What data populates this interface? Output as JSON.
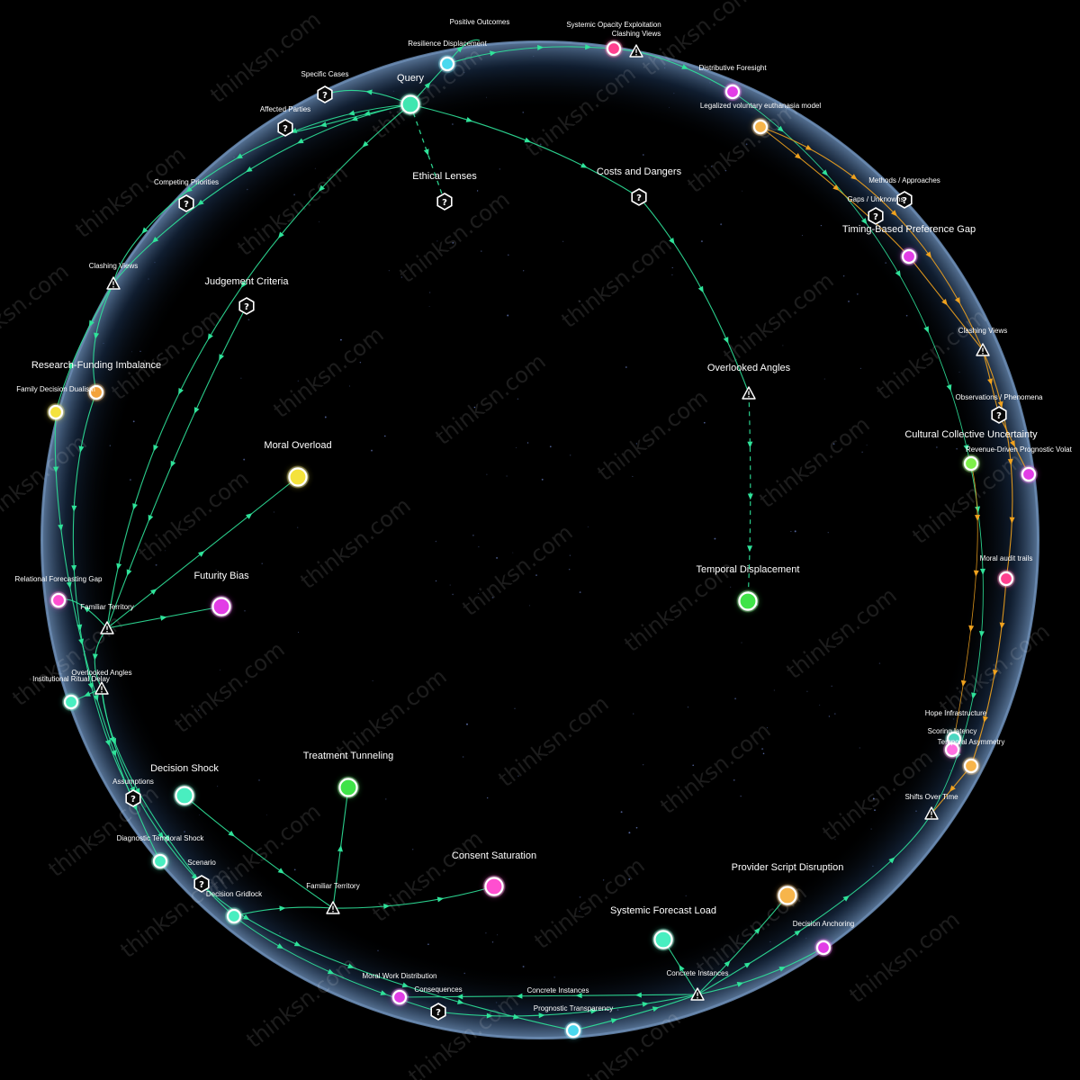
{
  "watermark": "thinksn.com",
  "colors": {
    "background": "#000000",
    "sphere_edge": "#5f7fa8",
    "link_green": "#2fe39a",
    "link_orange": "#f0a21e",
    "node_white_stroke": "#ffffff"
  },
  "nodes": [
    {
      "id": "query",
      "label": "Query",
      "color": "#3fe6b0",
      "size": "large",
      "kind": "node"
    },
    {
      "id": "positive-outcomes",
      "label": "Positive Outcomes",
      "kind": "label"
    },
    {
      "id": "resilience-displacement",
      "label": "Resilience Displacement",
      "color": "#49d8ee",
      "kind": "node"
    },
    {
      "id": "systemic-opacity",
      "label": "Systemic Opacity Exploitation",
      "color": "#ff3f8f",
      "kind": "node"
    },
    {
      "id": "clashing-views-top",
      "label": "Clashing Views",
      "kind": "warning"
    },
    {
      "id": "distributive-foresight",
      "label": "Distributive Foresight",
      "color": "#e23ee6",
      "kind": "node"
    },
    {
      "id": "legalized-euthanasia",
      "label": "Legalized voluntary euthanasia model",
      "color": "#f7b54c",
      "kind": "node"
    },
    {
      "id": "specific-cases",
      "label": "Specific Cases",
      "kind": "question"
    },
    {
      "id": "affected-parties",
      "label": "Affected Parties",
      "kind": "question"
    },
    {
      "id": "ethical-lenses",
      "label": "Ethical Lenses",
      "kind": "question"
    },
    {
      "id": "costs-dangers",
      "label": "Costs and Dangers",
      "kind": "question"
    },
    {
      "id": "competing-priorities",
      "label": "Competing Priorities",
      "kind": "question"
    },
    {
      "id": "methods-approaches",
      "label": "Methods / Approaches",
      "kind": "question"
    },
    {
      "id": "gaps-unknowns",
      "label": "Gaps / Unknowns",
      "kind": "question"
    },
    {
      "id": "timing-based-gap",
      "label": "Timing-Based Preference Gap",
      "color": "#e23ee6",
      "kind": "node"
    },
    {
      "id": "clashing-views-left",
      "label": "Clashing Views",
      "kind": "warning"
    },
    {
      "id": "judgement-criteria",
      "label": "Judgement Criteria",
      "kind": "question"
    },
    {
      "id": "research-funding",
      "label": "Research-Funding Imbalance",
      "color": "#f3a33a",
      "kind": "node"
    },
    {
      "id": "family-decision",
      "label": "Family Decision Dualism",
      "color": "#f4e23c",
      "kind": "node"
    },
    {
      "id": "clashing-views-right",
      "label": "Clashing Views",
      "kind": "warning"
    },
    {
      "id": "overlooked-angles",
      "label": "Overlooked Angles",
      "kind": "warning"
    },
    {
      "id": "observations",
      "label": "Observations / Phenomena",
      "kind": "question"
    },
    {
      "id": "cultural-collective",
      "label": "Cultural Collective Uncertainty",
      "color": "#7df04a",
      "kind": "node"
    },
    {
      "id": "revenue-driven",
      "label": "Revenue-Driven Prognostic Volat",
      "color": "#e23ee6",
      "kind": "node"
    },
    {
      "id": "moral-overload",
      "label": "Moral Overload",
      "color": "#f4e23c",
      "size": "large",
      "kind": "node"
    },
    {
      "id": "temporal-displacement",
      "label": "Temporal Displacement",
      "color": "#3fe34a",
      "size": "large",
      "kind": "node"
    },
    {
      "id": "moral-audit",
      "label": "Moral audit trails",
      "color": "#ff3f8f",
      "kind": "node"
    },
    {
      "id": "relational-forecasting",
      "label": "Relational Forecasting Gap",
      "color": "#ff4fd0",
      "kind": "node"
    },
    {
      "id": "futurity-bias",
      "label": "Futurity Bias",
      "color": "#e23ee6",
      "size": "large",
      "kind": "node"
    },
    {
      "id": "familiar-territory-left",
      "label": "Familiar Territory",
      "kind": "warning"
    },
    {
      "id": "overlooked-angles-small",
      "label": "Overlooked Angles",
      "kind": "warning"
    },
    {
      "id": "institutional-ritual",
      "label": "Institutional Ritual Delay",
      "color": "#49eec0",
      "kind": "node"
    },
    {
      "id": "hope-infrastructure",
      "label": "Hope Infrastructure",
      "color": "#49d8c0",
      "kind": "node"
    },
    {
      "id": "scoring-latency",
      "label": "Scoring latency",
      "color": "#ff6fe0",
      "kind": "node"
    },
    {
      "id": "temporal-asymmetry",
      "label": "Temporal Asymmetry",
      "color": "#f7b54c",
      "kind": "node"
    },
    {
      "id": "shifts-over-time",
      "label": "Shifts Over Time",
      "kind": "warning"
    },
    {
      "id": "treatment-tunneling",
      "label": "Treatment Tunneling",
      "color": "#3fe34a",
      "size": "large",
      "kind": "node"
    },
    {
      "id": "decision-shock",
      "label": "Decision Shock",
      "color": "#49eec0",
      "size": "large",
      "kind": "node"
    },
    {
      "id": "assumptions",
      "label": "Assumptions",
      "kind": "question"
    },
    {
      "id": "diagnostic-shock",
      "label": "Diagnostic Temporal Shock",
      "color": "#49eec0",
      "kind": "node"
    },
    {
      "id": "scenario",
      "label": "Scenario",
      "kind": "question"
    },
    {
      "id": "decision-gridlock",
      "label": "Decision Gridlock",
      "color": "#49eec0",
      "kind": "node"
    },
    {
      "id": "familiar-territory-bottom",
      "label": "Familiar Territory",
      "kind": "warning"
    },
    {
      "id": "consent-saturation",
      "label": "Consent Saturation",
      "color": "#ff4fd0",
      "size": "large",
      "kind": "node"
    },
    {
      "id": "provider-script",
      "label": "Provider Script Disruption",
      "color": "#f7b54c",
      "size": "large",
      "kind": "node"
    },
    {
      "id": "systemic-forecast",
      "label": "Systemic Forecast Load",
      "color": "#49eec0",
      "size": "large",
      "kind": "node"
    },
    {
      "id": "decision-anchoring",
      "label": "Decision Anchoring",
      "color": "#e23ee6",
      "kind": "node"
    },
    {
      "id": "concrete-instances-right",
      "label": "Concrete Instances",
      "kind": "warning"
    },
    {
      "id": "moral-work",
      "label": "Moral Work Distribution",
      "color": "#e23ee6",
      "kind": "node"
    },
    {
      "id": "consequences",
      "label": "Consequences",
      "kind": "question"
    },
    {
      "id": "concrete-instances-bottom",
      "label": "Concrete Instances",
      "kind": "label"
    },
    {
      "id": "prognostic-transparency",
      "label": "Prognostic Transparency",
      "color": "#49d8ee",
      "kind": "node"
    }
  ]
}
